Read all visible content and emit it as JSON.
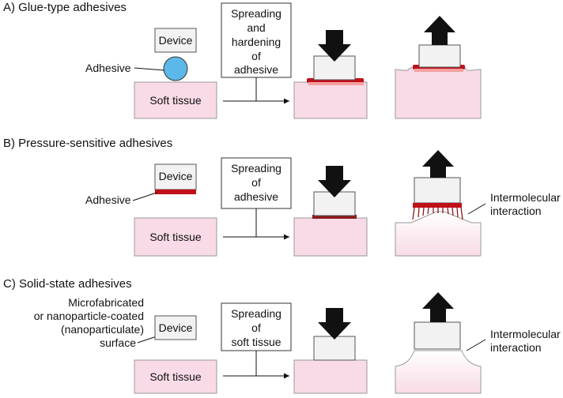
{
  "sections": [
    {
      "heading": "A) Glue-type adhesives",
      "device": "Device",
      "adhesive_label": "Adhesive",
      "tissue": "Soft tissue",
      "step_lines": [
        "Spreading",
        "and",
        "hardening",
        "of",
        "adhesive"
      ]
    },
    {
      "heading": "B) Pressure-sensitive adhesives",
      "device": "Device",
      "adhesive_label": "Adhesive",
      "tissue": "Soft tissue",
      "step_lines": [
        "Spreading",
        "of",
        "adhesive"
      ],
      "interaction_lines": [
        "Intermolecular",
        "interaction"
      ]
    },
    {
      "heading": "C) Solid-state adhesives",
      "surface_lines": [
        "Microfabricated",
        "or nanoparticle-coated",
        "(nanoparticulate)",
        "surface"
      ],
      "device": "Device",
      "tissue": "Soft tissue",
      "step_lines": [
        "Spreading",
        "of",
        "soft tissue"
      ],
      "interaction_lines": [
        "Intermolecular",
        "interaction"
      ]
    }
  ],
  "colors": {
    "tissue_fill": "#f8dbe6",
    "tissue_stroke": "#999999",
    "device_fill": "#f2f2f2",
    "adhesive_drop": "#5bb8e8",
    "adhesive_layer": "#c0101a"
  },
  "icons": [
    "push-down-arrow-icon",
    "pull-up-arrow-icon"
  ]
}
